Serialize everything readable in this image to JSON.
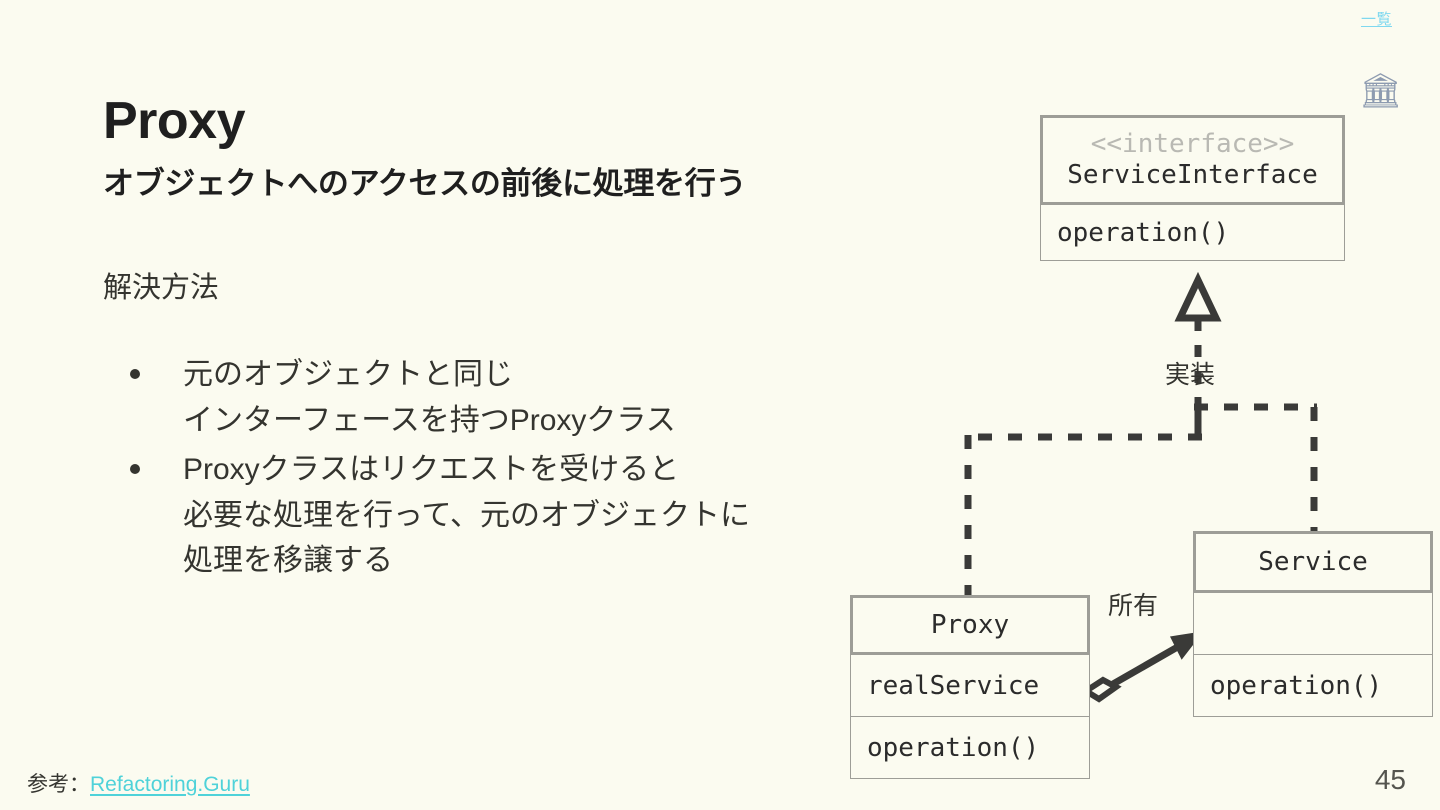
{
  "slide": {
    "background_color": "#fbfbf0",
    "page_number": "45",
    "title": "Proxy",
    "subtitle": "オブジェクトへのアクセスの前後に処理を行う",
    "section_label": "解決方法"
  },
  "header": {
    "index_link_label": "一覧",
    "index_link_color": "#7fd8ef",
    "icon_name": "classical-building-icon",
    "icon_glyph": "🏛"
  },
  "bullets": [
    {
      "lines": [
        "元のオブジェクトと同じ",
        "インターフェースを持つProxyクラス"
      ]
    },
    {
      "lines": [
        "Proxyクラスはリクエストを受けると",
        "必要な処理を行って、元のオブジェクトに",
        "処理を移譲する"
      ]
    }
  ],
  "footer": {
    "reference_prefix": "参考：",
    "reference_link_label": "Refactoring.Guru",
    "reference_link_color": "#4fd2d9"
  },
  "diagram": {
    "type": "uml-class-diagram",
    "border_color": "#9d9d97",
    "stereotype_color": "#b9b9b3",
    "line_color": "#3a3a38",
    "classes": [
      {
        "id": "service-interface",
        "stereotype": "<<interface>>",
        "name": "ServiceInterface",
        "attributes": [],
        "operations": [
          "operation()"
        ]
      },
      {
        "id": "proxy",
        "name": "Proxy",
        "attributes": [
          "realService"
        ],
        "operations": [
          "operation()"
        ]
      },
      {
        "id": "service",
        "name": "Service",
        "attributes": [
          ""
        ],
        "operations": [
          "operation()"
        ]
      }
    ],
    "relations": [
      {
        "id": "implements",
        "label": "実装",
        "kind": "realization",
        "from": [
          "proxy",
          "service"
        ],
        "to": "service-interface"
      },
      {
        "id": "owns",
        "label": "所有",
        "kind": "aggregation",
        "from": "proxy",
        "to": "service"
      }
    ]
  }
}
